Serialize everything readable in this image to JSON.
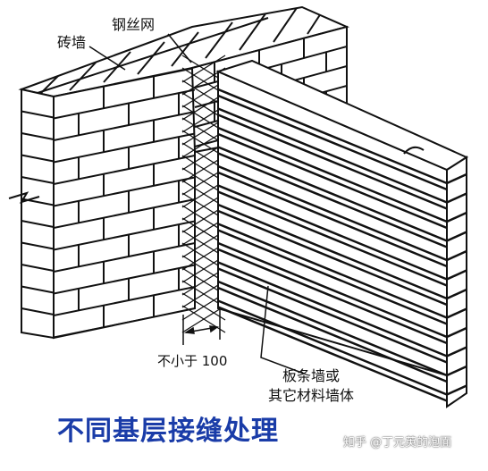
{
  "labels": {
    "brick_wall": "砖墙",
    "steel_mesh": "钢丝网",
    "dimension": "不小于 100",
    "board_wall_line1": "板条墙或",
    "board_wall_line2": "其它材料墙体"
  },
  "caption": "不同基层接缝处理",
  "watermark": "知乎 @丁元英的泡面",
  "colors": {
    "ink": "#111111",
    "caption": "#1a3ca8",
    "background": "#ffffff"
  }
}
